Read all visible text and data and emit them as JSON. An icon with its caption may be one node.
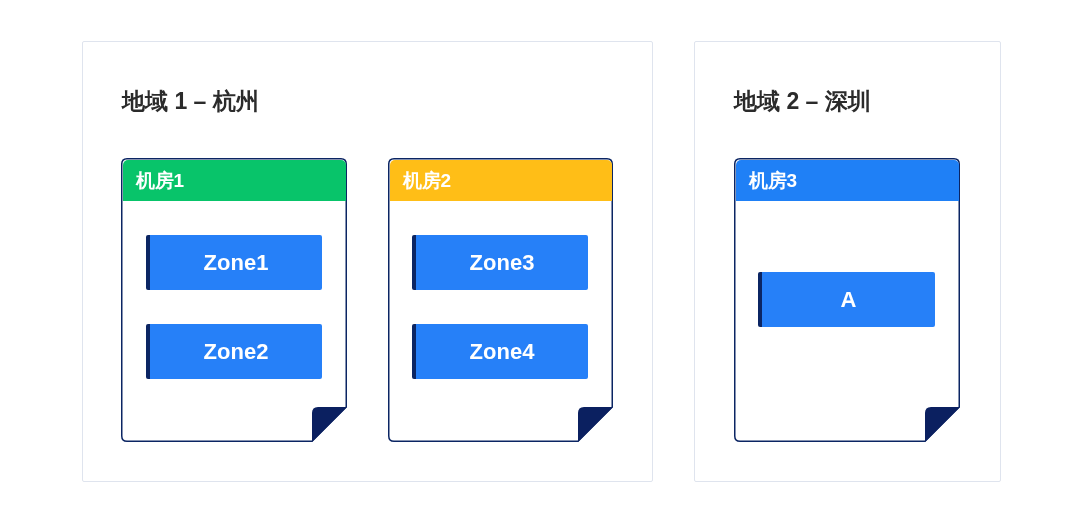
{
  "diagram": {
    "nodes": [
      {
        "text": [
          "地域 1 – 杭州"
        ]
      },
      {
        "text": [
          "机房1"
        ],
        "in": 0
      },
      {
        "text": [
          "Zone1"
        ],
        "in": 1
      },
      {
        "text": [
          "Zone2"
        ],
        "in": 1
      },
      {
        "text": [
          "机房2"
        ],
        "in": 0
      },
      {
        "text": [
          "Zone3"
        ],
        "in": 4
      },
      {
        "text": [
          "Zone4"
        ],
        "in": 4
      },
      {
        "text": [
          "地域 2 – 深圳"
        ]
      },
      {
        "text": [
          "机房3"
        ],
        "in": 7
      },
      {
        "text": [
          "A"
        ],
        "in": 8
      }
    ]
  }
}
